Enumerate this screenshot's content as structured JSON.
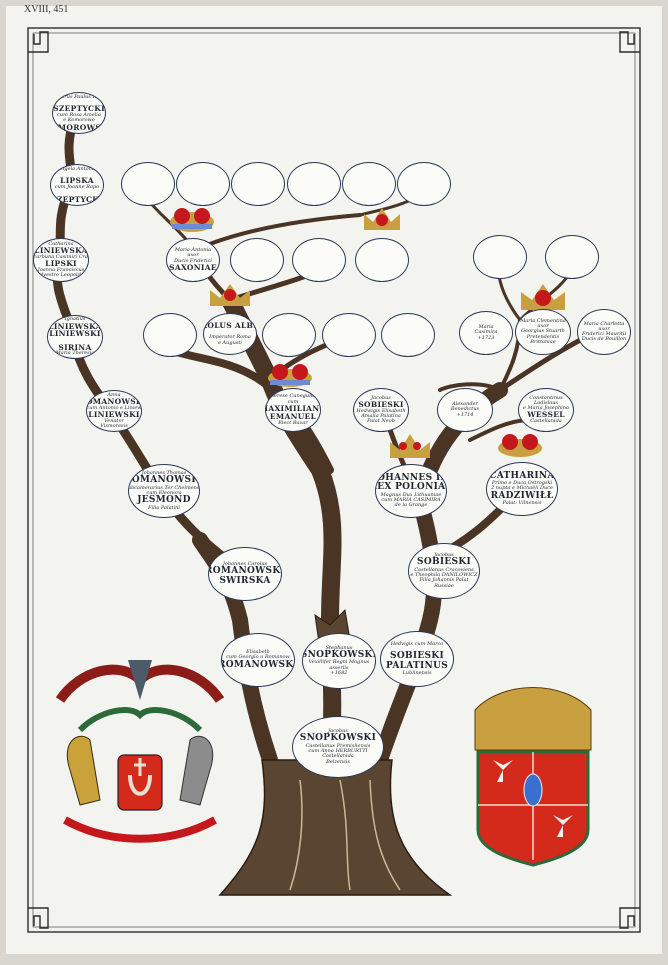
{
  "page": {
    "annotation": "XVIII, 451",
    "colors": {
      "paper": "#f3f3ef",
      "border": "#2d2d2d",
      "trunk": "#5a4532",
      "crown_gold": "#c8a040",
      "crown_red": "#c4181c",
      "shield_red": "#d42a1c"
    }
  },
  "nodes": [
    {
      "id": "n-szeptycki",
      "lines": [
        "Petrus Paulus Leo",
        "",
        "SZEPTYCKI",
        "cum Rosa Amelia",
        "e Komorowo",
        "KOMOROWSKA"
      ]
    },
    {
      "id": "n-lipska",
      "lines": [
        "Angela Antonia",
        "",
        "LIPSKA",
        "cum Joanne Rapo",
        "",
        "SZEPTYCKI"
      ]
    },
    {
      "id": "n-lipski",
      "lines": [
        "Catharina",
        "LINIEWSKA",
        "e Scarbuna Casimiri Cracov",
        "LIPSKI",
        "Joanna Franciscus",
        "Sylvestro Leopoldus"
      ]
    },
    {
      "id": "n-liniewska",
      "lines": [
        "Ignatius",
        "LINIEWSKA",
        "LINIEWSKI",
        "",
        "SIRINA",
        "Maria Theresia"
      ]
    },
    {
      "id": "n-anna",
      "lines": [
        "Anna",
        "ROMANOWSKA",
        "cum Antonio e Liniew",
        "LINIEWSKI",
        "Venator",
        "Vismoresis"
      ]
    },
    {
      "id": "n-joh-thomas",
      "lines": [
        "Johannes Thomas",
        "ROMANOWSKI",
        "Subcamerarius Ter Chelmensis",
        "cum Eleonora",
        "JESMOND",
        "Filia Palatini"
      ]
    },
    {
      "id": "n-joh-carolus",
      "lines": [
        "Johannes Carolus",
        "ROMANOWSKI",
        "SWIRSKA"
      ]
    },
    {
      "id": "n-elisabeth",
      "lines": [
        "Elisabeth",
        "cum Georgio a Romanow",
        "ROMANOWSKI"
      ]
    },
    {
      "id": "n-stephanus",
      "lines": [
        "Stephanus",
        "SNOPKOWSKI",
        "Vexillifer Regni Magnus",
        "asseriis",
        "+1682"
      ]
    },
    {
      "id": "n-hedvigis",
      "lines": [
        "Hedvigis cum Marco",
        "",
        "SOBIESKI",
        "PALATINUS",
        "Lublinensis"
      ]
    },
    {
      "id": "n-jacobus-root",
      "lines": [
        "Jacobus",
        "SNOPKOWSKI",
        "Castellanus Premisliensis",
        "cum Anna HERBURTTI",
        "Castellanida",
        "Belzensis"
      ]
    },
    {
      "id": "n-jacobus-sob",
      "lines": [
        "Jacobus",
        "SOBIESKI",
        "Castellanus Cracoviens",
        "e Theophila DANILOWICZ",
        "Filia Johannis Palat",
        "Russiae"
      ]
    },
    {
      "id": "n-johannes-iii",
      "lines": [
        "IOHANNES III",
        "REX POLONIAE",
        "Magnus Dux Lithuaniae",
        "cum MARIA CASIMIRA",
        "de la Grange"
      ]
    },
    {
      "id": "n-catharina",
      "lines": [
        "CATHARINA",
        "Primo e Duca Ostrogski",
        "2 nupta e Michaëli Duce",
        "RADZIWIŁŁ",
        "Palat: Vilnensis"
      ]
    },
    {
      "id": "n-therese",
      "lines": [
        "Therese Cunegunda",
        "cum",
        "MAXIMILIANO",
        "EMANUEL",
        "Elect Bavar"
      ]
    },
    {
      "id": "n-jacobus-2",
      "lines": [
        "Jacobus",
        "SOBIESKI",
        "Hedwigis Elisabeth",
        "Amalia Palatina",
        "Palat Neob"
      ]
    },
    {
      "id": "n-alexander",
      "lines": [
        "Alexander",
        "Benedictus",
        "+1714"
      ]
    },
    {
      "id": "n-constantinus",
      "lines": [
        "Constantinus",
        "Ladislaus",
        "e Maria Josephina",
        "WESSEL",
        "Castellanida"
      ]
    },
    {
      "id": "n-carolus-albert",
      "lines": [
        "CAROLUS ALBERT",
        "",
        "Imperator Roma",
        "e Augusti"
      ]
    },
    {
      "id": "n-maria-antonia",
      "lines": [
        "Maria Antonia",
        "uxor",
        "Ducis Friderici",
        "SAXONIAE"
      ]
    },
    {
      "id": "n-maria-casimira",
      "lines": [
        "Maria",
        "Casimira",
        "+1723"
      ]
    },
    {
      "id": "n-maria-clementina",
      "lines": [
        "Maria Clementina",
        "uxor",
        "Georgius Stuarth",
        "Pretendentis",
        "Brittaniae"
      ]
    },
    {
      "id": "n-maria-charlotta",
      "lines": [
        "Maria Charlotta",
        "uxor",
        "Friderici Mauritii",
        "Ducis de Bouillon"
      ]
    }
  ]
}
